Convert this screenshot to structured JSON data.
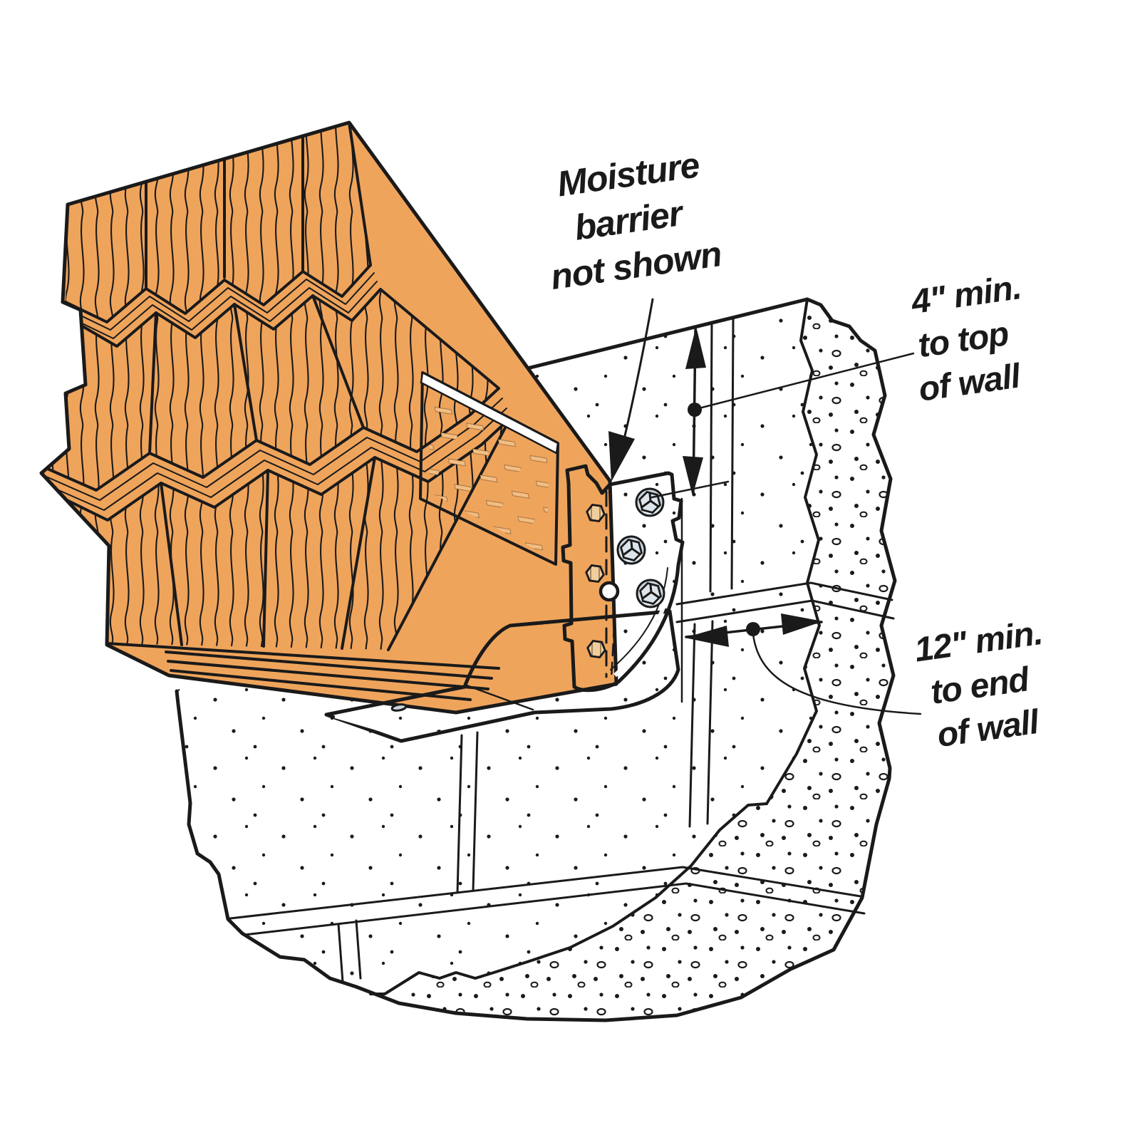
{
  "figure": {
    "kind": "construction-detail-illustration",
    "subject": "multi-ply wood beam in a face-mount hanger bolted to a concrete wall",
    "annotations": {
      "moisture_barrier": {
        "lines": [
          "Moisture",
          "barrier",
          "not shown"
        ]
      },
      "top_of_wall": {
        "lines": [
          "4\" min.",
          "to top",
          "of wall"
        ]
      },
      "end_of_wall": {
        "lines": [
          "12\" min.",
          "to end",
          "of wall"
        ]
      }
    },
    "colors": {
      "wood": "#EFA45C",
      "metal": "#CBD5DE",
      "metal_light": "#E3EAF0",
      "nut": "#F2CD9C",
      "slot": "#F2BE83",
      "line": "#1A1A1A",
      "background": "#FFFFFF"
    }
  }
}
